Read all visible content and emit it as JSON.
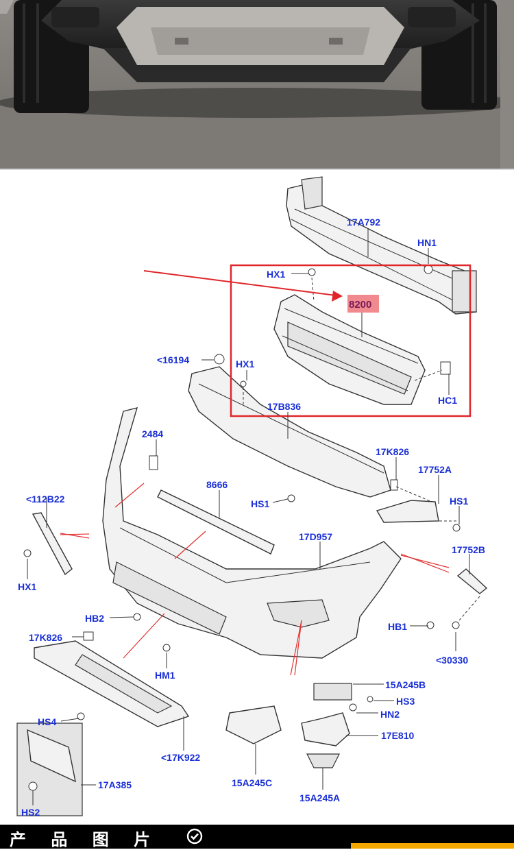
{
  "colors": {
    "label": "#1a2fd6",
    "highlight_box": "#e0262b",
    "highlight_fill": "#f08a8f",
    "footer_bg": "#000000",
    "footer_text": "#ffffff",
    "footer_accent": "#f5a800"
  },
  "diagram": {
    "labels": {
      "l_17a792": "17A792",
      "l_hn1": "HN1",
      "l_hx1_top": "HX1",
      "l_8200": "8200",
      "l_16194": "<16194",
      "l_hx1_mid": "HX1",
      "l_hc1": "HC1",
      "l_17b836": "17B836",
      "l_2484": "2484",
      "l_17k826_a": "17K826",
      "l_17752a": "17752A",
      "l_112b22": "<112B22",
      "l_8666": "8666",
      "l_hs1_a": "HS1",
      "l_hs1_b": "HS1",
      "l_17d957": "17D957",
      "l_hx1_left": "HX1",
      "l_17752b": "17752B",
      "l_hb2": "HB2",
      "l_hb1": "HB1",
      "l_17k826_b": "17K826",
      "l_30330": "<30330",
      "l_hm1": "HM1",
      "l_15a245b": "15A245B",
      "l_hs3": "HS3",
      "l_hs4": "HS4",
      "l_hn2": "HN2",
      "l_17e810": "17E810",
      "l_17k922": "<17K922",
      "l_17a385": "17A385",
      "l_15a245c": "15A245C",
      "l_hs2": "HS2",
      "l_15a245a": "15A245A"
    }
  },
  "footer": {
    "title": "产 品 图 片",
    "check_icon": "check-circle-icon"
  }
}
